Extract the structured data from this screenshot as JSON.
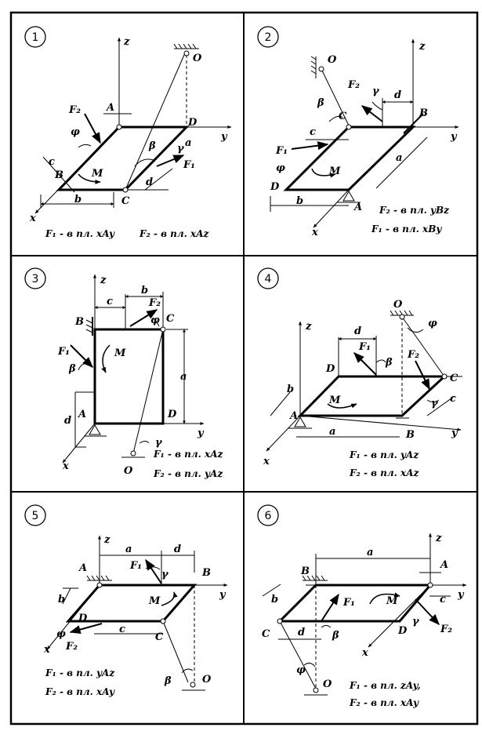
{
  "panels": [
    {
      "number": "1",
      "captions": [
        "F₁ - в пл. xAy",
        "F₂ - в пл. xAz"
      ],
      "labels": {
        "A": "A",
        "B": "B",
        "C": "C",
        "D": "D",
        "O": "O",
        "x": "x",
        "y": "y",
        "z": "z",
        "M": "M",
        "F1": "F₁",
        "F2": "F₂",
        "a": "a",
        "b": "b",
        "c": "c",
        "d": "d",
        "beta": "β",
        "gamma": "γ",
        "phi": "φ"
      }
    },
    {
      "number": "2",
      "captions": [
        "F₂ - в пл. yBz",
        "F₁ - в пл. xBy"
      ],
      "labels": {
        "A": "A",
        "B": "B",
        "C": "C",
        "D": "D",
        "O": "O",
        "x": "x",
        "y": "y",
        "z": "z",
        "M": "M",
        "F1": "F₁",
        "F2": "F₂",
        "a": "a",
        "b": "b",
        "c": "c",
        "d": "d",
        "beta": "β",
        "gamma": "γ",
        "phi": "φ"
      }
    },
    {
      "number": "3",
      "captions": [
        "F₁ - в пл. xAz",
        "F₂ - в пл. yAz"
      ],
      "labels": {
        "A": "A",
        "B": "B",
        "C": "C",
        "D": "D",
        "O": "O",
        "x": "x",
        "y": "y",
        "z": "z",
        "M": "M",
        "F1": "F₁",
        "F2": "F₂",
        "a": "a",
        "b": "b",
        "c": "c",
        "d": "d",
        "beta": "β",
        "gamma": "γ",
        "phi": "φ"
      }
    },
    {
      "number": "4",
      "captions": [
        "F₁ - в пл. yAz",
        "F₂ - в пл. xAz"
      ],
      "labels": {
        "A": "A",
        "B": "B",
        "C": "C",
        "D": "D",
        "O": "O",
        "x": "x",
        "y": "y",
        "z": "z",
        "M": "M",
        "F1": "F₁",
        "F2": "F₂",
        "a": "a",
        "b": "b",
        "c": "c",
        "d": "d",
        "beta": "β",
        "gamma": "γ",
        "phi": "φ"
      }
    },
    {
      "number": "5",
      "captions": [
        "F₁ - в пл. yAz",
        "F₂ - в пл. xAy"
      ],
      "labels": {
        "A": "A",
        "B": "B",
        "C": "C",
        "D": "D",
        "O": "O",
        "x": "x",
        "y": "y",
        "z": "z",
        "M": "M",
        "F1": "F₁",
        "F2": "F₂",
        "a": "a",
        "b": "b",
        "c": "c",
        "d": "d",
        "beta": "β",
        "gamma": "γ",
        "phi": "φ"
      }
    },
    {
      "number": "6",
      "captions": [
        "F₁ - в пл. zAy,",
        "F₂ - в пл. xAy"
      ],
      "labels": {
        "A": "A",
        "B": "B",
        "C": "C",
        "D": "D",
        "O": "O",
        "x": "x",
        "y": "y",
        "z": "z",
        "M": "M",
        "F1": "F₁",
        "F2": "F₂",
        "a": "a",
        "b": "b",
        "c": "c",
        "d": "d",
        "beta": "β",
        "gamma": "γ",
        "phi": "φ"
      }
    }
  ]
}
